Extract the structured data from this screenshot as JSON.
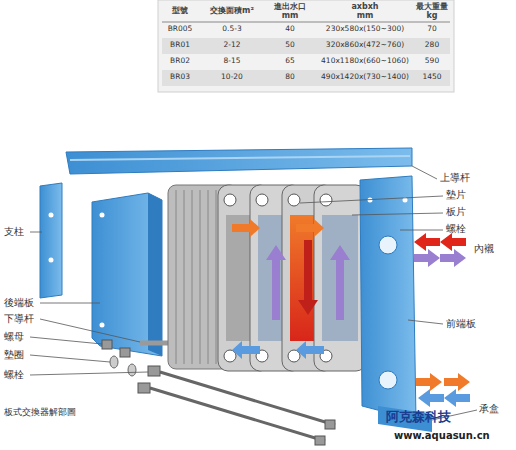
{
  "diagram": {
    "caption": "板式交換器解部圖",
    "labels": [
      "型號",
      "交換面積m²",
      "進出水口 mm",
      "axbxh mm",
      "最大重量 kg",
      "BR005",
      "0.5-3",
      "40",
      "230x580x(150~300)",
      "70",
      "BR01",
      "2-12",
      "50",
      "320x860x(472~760)",
      "280",
      "BR02",
      "8-15",
      "65",
      "410x1180x(660~1060)",
      "590",
      "BR03",
      "10-20",
      "80",
      "490x1420x(730~1400)",
      "1450",
      "上導杆",
      "墊片",
      "板片",
      "螺栓",
      "內襯",
      "支柱",
      "後端板",
      "下導杆",
      "螺母",
      "墊圈",
      "螺栓",
      "前端板",
      "承盒",
      "阿克森科技",
      "www.aquasun.cn"
    ]
  }
}
